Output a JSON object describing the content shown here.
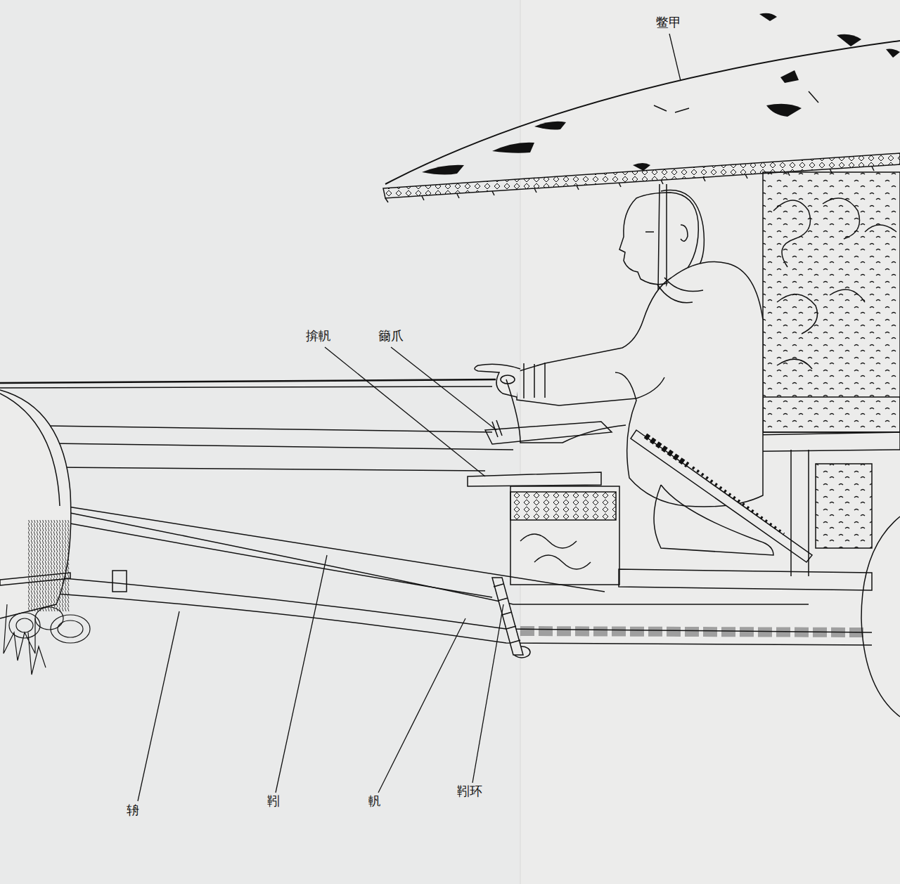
{
  "diagram": {
    "labels": [
      "鳖甲",
      "揜軓",
      "籋爪",
      "辀",
      "靷",
      "軓",
      "靷环"
    ]
  }
}
